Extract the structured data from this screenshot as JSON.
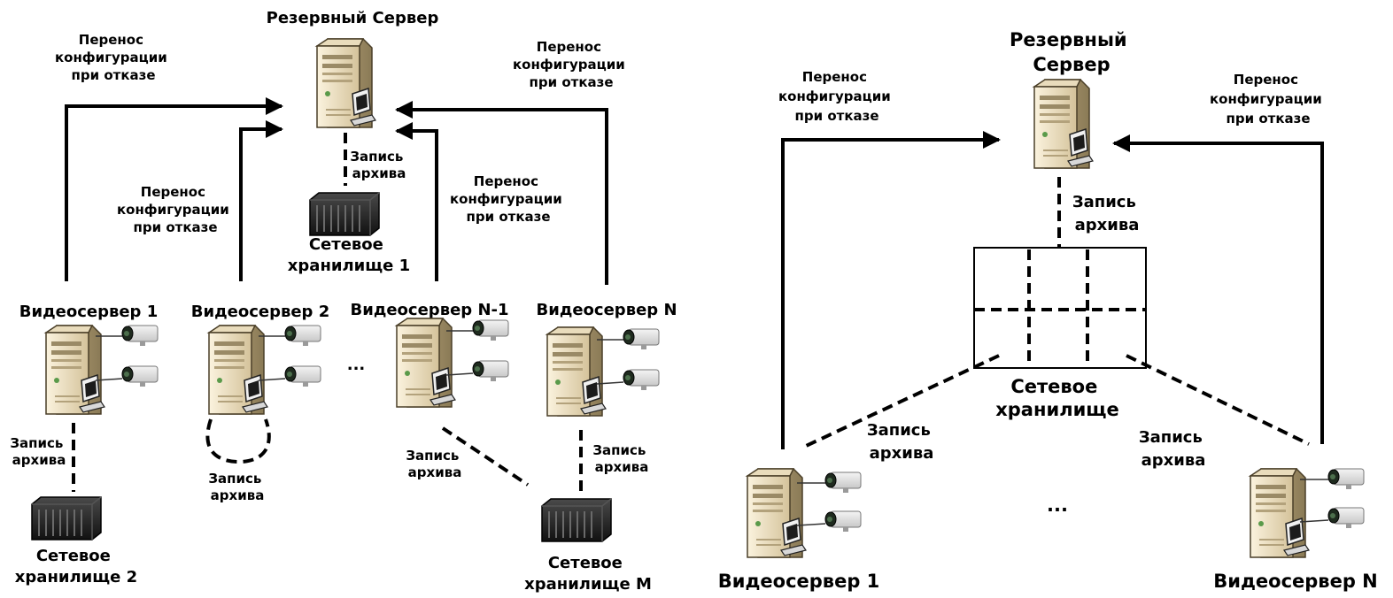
{
  "left": {
    "backup_server": "Резервный Сервер",
    "failover": [
      "Перенос",
      "конфигурации",
      "при отказе"
    ],
    "archive": [
      "Запись",
      "архива"
    ],
    "storage_1": [
      "Сетевое",
      "хранилище 1"
    ],
    "storage_2": [
      "Сетевое",
      "хранилище 2"
    ],
    "storage_m": [
      "Сетевое",
      "хранилище M"
    ],
    "video_server_1": "Видеосервер 1",
    "video_server_2": "Видеосервер 2",
    "video_server_n1": "Видеосервер N-1",
    "video_server_n": "Видеосервер N",
    "ellipsis": "..."
  },
  "right": {
    "backup_server": [
      "Резервный",
      "Сервер"
    ],
    "failover": [
      "Перенос",
      "конфигурации",
      "при отказе"
    ],
    "archive": [
      "Запись",
      "архива"
    ],
    "storage": [
      "Сетевое",
      "хранилище"
    ],
    "video_server_1": "Видеосервер 1",
    "video_server_n": "Видеосервер N",
    "ellipsis": "..."
  }
}
